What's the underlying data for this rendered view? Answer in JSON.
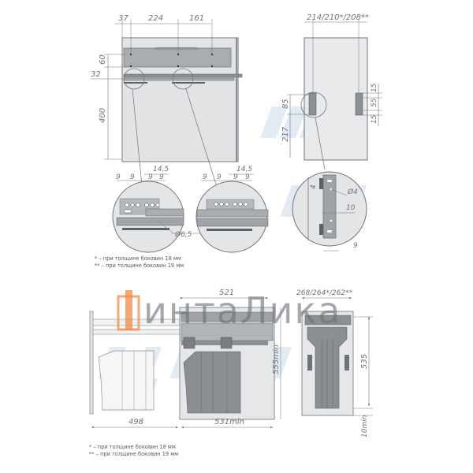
{
  "top_front_view": {
    "horizontal_dims": [
      "37",
      "224",
      "161"
    ],
    "vertical_dims": [
      "60",
      "32",
      "400"
    ]
  },
  "top_side_view": {
    "width_dim": "214/210*/208**",
    "left_vertical_dims": [
      "85",
      "217"
    ],
    "right_vertical_dims": [
      "15",
      "55",
      "15"
    ]
  },
  "detail_left": {
    "dims": [
      "9",
      "9",
      "9",
      "9"
    ],
    "offset_dim": "14,5",
    "hole_dim": "Ø6,5"
  },
  "detail_center": {
    "dims": [
      "9",
      "9",
      "9",
      "9"
    ],
    "offset_dim": "14,5"
  },
  "detail_right": {
    "dims": [
      "4",
      "Ø4",
      "10",
      "9"
    ]
  },
  "notes_top": [
    "* – при толщине боковин 18 мм",
    "** – при толщине боковин 19 мм"
  ],
  "bottom_front_view": {
    "width_dim": "521",
    "height_dim": "555min",
    "extension_dim": "498",
    "depth_dim": "531min"
  },
  "bottom_side_view": {
    "width_dim": "268/264*/262**",
    "height_dim": "535",
    "bottom_gap_dim": "10min"
  },
  "notes_bottom": [
    "* – при толщине боковин 18 мм",
    "** – при толщине боковин 19 мм"
  ],
  "watermark": {
    "brand_text": "интаЛика",
    "logo_color": "#f08a4b",
    "bg_mark_color": "#dbe6f2"
  },
  "colors": {
    "line": "#6f7378",
    "cabinet_fill": "#e4e5e7",
    "metal_fill": "#9fa3a8",
    "bin_fill": "#8b8f94"
  }
}
